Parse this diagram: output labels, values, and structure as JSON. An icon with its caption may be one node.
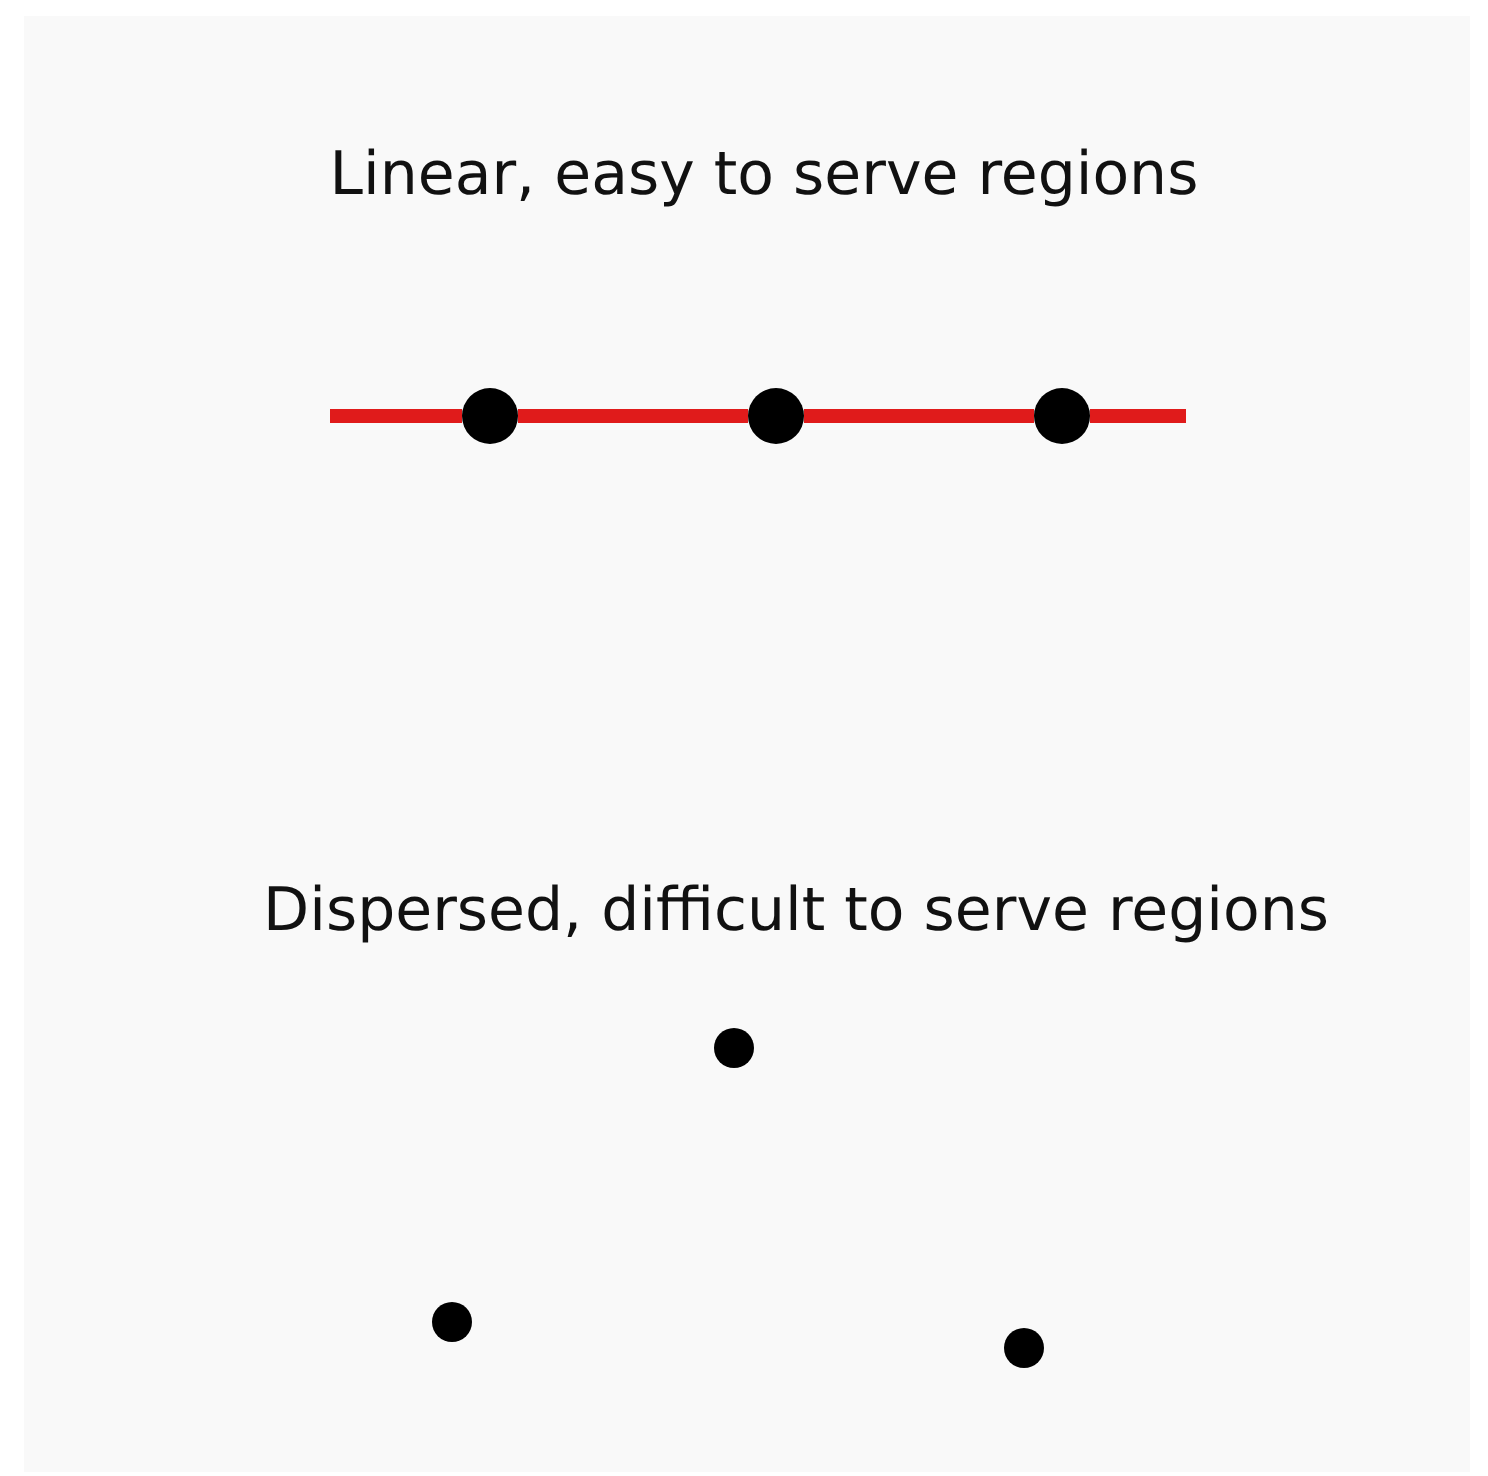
{
  "diagram": {
    "nodes": [
      {
        "text": [],
        "shape": "circle"
      },
      {
        "text": [],
        "shape": "circle"
      },
      {
        "text": [],
        "shape": "circle"
      },
      {
        "text": [],
        "shape": "circle"
      },
      {
        "text": [],
        "shape": "circle"
      },
      {
        "text": [],
        "shape": "circle"
      }
    ],
    "edges": [
      {
        "from": null,
        "to": 0,
        "arrow": "none",
        "color": "#e01b1b"
      },
      {
        "from": 0,
        "to": 1,
        "arrow": "none",
        "color": "#e01b1b"
      },
      {
        "from": 1,
        "to": 2,
        "arrow": "none",
        "color": "#e01b1b"
      },
      {
        "from": 2,
        "to": null,
        "arrow": "none",
        "color": "#e01b1b"
      }
    ],
    "labels": [
      "Linear, easy to serve regions",
      "Dispersed, difficult to serve regions"
    ]
  }
}
